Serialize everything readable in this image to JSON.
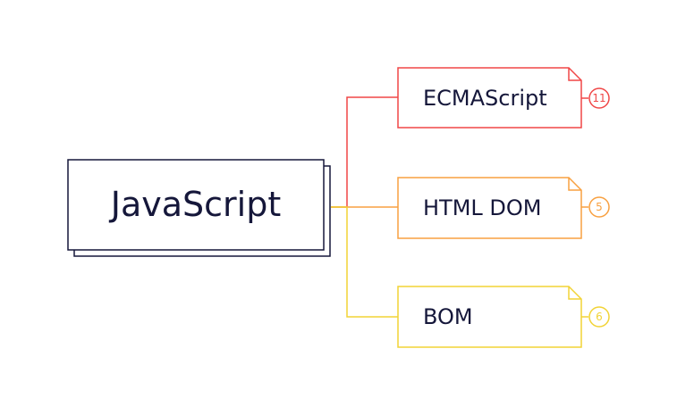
{
  "root": {
    "label": "JavaScript",
    "border_color": "#15173a"
  },
  "branches": [
    {
      "label": "ECMAScript",
      "count": "11",
      "color": "#f04747"
    },
    {
      "label": "HTML DOM",
      "count": "5",
      "color": "#f8a040"
    },
    {
      "label": "BOM",
      "count": "6",
      "color": "#f2d335"
    }
  ]
}
